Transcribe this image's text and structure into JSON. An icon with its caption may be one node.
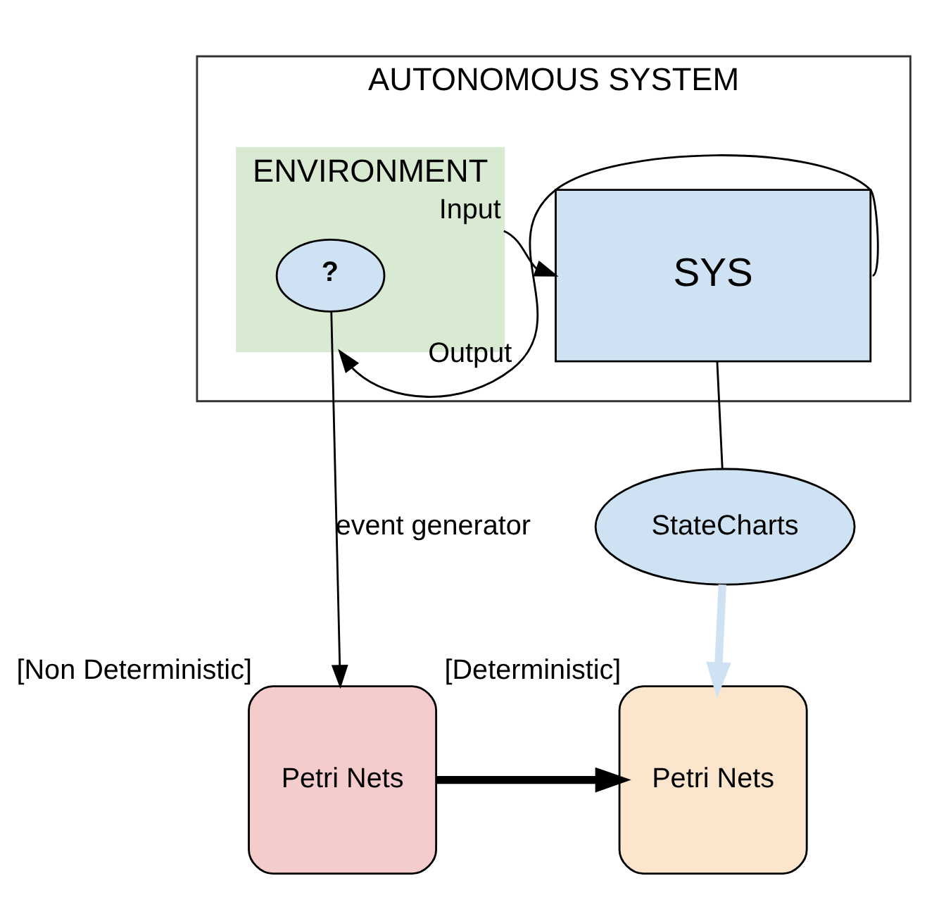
{
  "diagram": {
    "nodes": [
      {
        "text": [
          "AUTONOMOUS SYSTEM"
        ]
      },
      {
        "text": [
          "ENVIRONMENT"
        ],
        "in": 0
      },
      {
        "text": [
          "?"
        ],
        "in": 1
      },
      {
        "text": [
          "SYS"
        ],
        "in": 0
      },
      {
        "text": [
          "StateCharts"
        ]
      },
      {
        "text": [
          "Petri Nets"
        ],
        "beside": [
          "[Non Deterministic]"
        ]
      },
      {
        "text": [
          "Petri Nets"
        ],
        "beside": [
          "[Deterministic]"
        ]
      }
    ],
    "edges": [
      {
        "from": 1,
        "to": 3,
        "arrow": "to",
        "label": "Input"
      },
      {
        "from": 3,
        "to": 1,
        "arrow": "to",
        "label": "Output"
      },
      {
        "from": 2,
        "to": 5,
        "arrow": "to",
        "label": "event generator"
      },
      {
        "from": 3,
        "to": 4,
        "arrow": "none"
      },
      {
        "from": 4,
        "to": 6,
        "arrow": "to",
        "style": "thick",
        "color": "#cfe2f3"
      },
      {
        "from": 5,
        "to": 6,
        "arrow": "to",
        "style": "thick"
      }
    ]
  }
}
